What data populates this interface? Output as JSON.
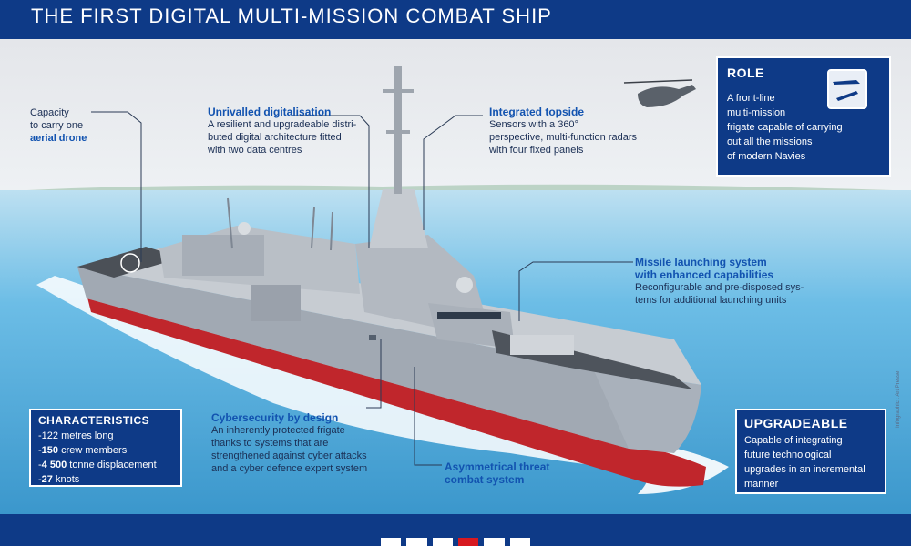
{
  "header": {
    "subtitle": "THE FIRST DIGITAL MULTI-MISSION COMBAT SHIP"
  },
  "callouts": {
    "drone": {
      "line1": "Capacity",
      "line2": "to carry one",
      "bold": "aerial drone"
    },
    "digital": {
      "title": "Unrivalled digitalisation",
      "lines": [
        "A resilient and upgradeable distri-",
        "buted digital architecture fitted",
        "with two data centres"
      ]
    },
    "topside": {
      "title": "Integrated topside",
      "lines": [
        "Sensors with a 360°",
        "perspective, multi-function radars",
        "with four fixed panels"
      ]
    },
    "missile": {
      "title_lines": [
        "Missile launching system",
        "with enhanced capabilities"
      ],
      "lines": [
        "Reconfigurable and pre-disposed sys-",
        "tems for additional launching units"
      ]
    },
    "cyber": {
      "title": "Cybersecurity by design",
      "lines": [
        "An inherently protected frigate",
        "thanks to systems that are",
        "strengthened against cyber attacks",
        "and a cyber defence expert system"
      ]
    },
    "asym": {
      "title_lines": [
        "Asymmetrical threat",
        "combat system"
      ]
    }
  },
  "role": {
    "title": "ROLE",
    "lines": [
      "A front-line",
      "multi-mission",
      "frigate capable of carrying",
      "out all the missions",
      "of modern Navies"
    ]
  },
  "characteristics": {
    "title": "CHARACTERISTICS",
    "items": [
      {
        "bullet": "-",
        "bold": "",
        "text": "122 metres long"
      },
      {
        "bullet": "-",
        "bold": "150",
        "text": " crew members"
      },
      {
        "bullet": "-",
        "bold": "4 500",
        "text": " tonne displacement"
      },
      {
        "bullet": "-",
        "bold": "27",
        "text": " knots"
      }
    ]
  },
  "upgradeable": {
    "title": "UPGRADEABLE",
    "lines": [
      "Capable of integrating",
      "future technological",
      "upgrades in an incremental",
      "manner"
    ]
  },
  "credit": "Infographic : Art Presse",
  "colors": {
    "navy": "#0e3a87",
    "accent": "#1253b0",
    "sea": "#5db4de",
    "hull": "#a9b1bb",
    "hull_red": "#c0262c"
  }
}
